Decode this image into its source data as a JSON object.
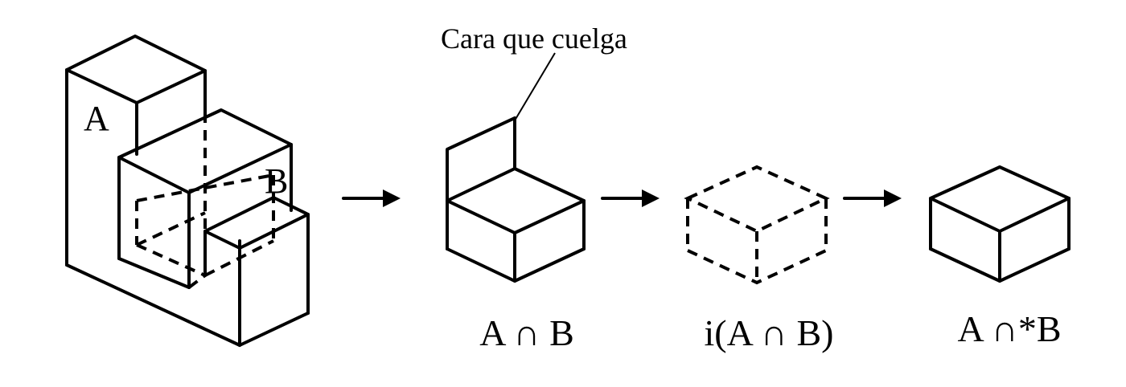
{
  "labels": {
    "solid_a": "A",
    "solid_b": "B",
    "callout": "Cara que cuelga",
    "intersection": "A ∩ B",
    "interior": "i(A ∩ B)",
    "regularized": "A ∩*B"
  }
}
